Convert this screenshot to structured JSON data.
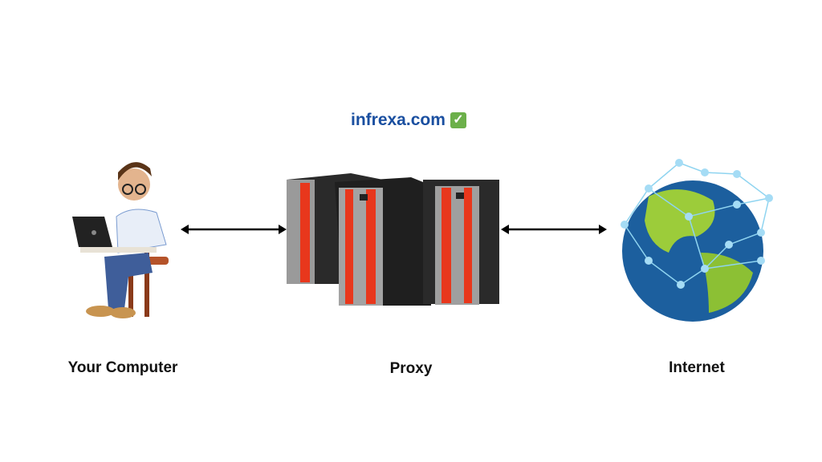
{
  "brand": {
    "text": "infrexa.com",
    "check_icon": "check-mark-icon",
    "check_color": "#6cb04a",
    "color": "#1a4fa0"
  },
  "nodes": [
    {
      "label": "Your Computer",
      "icon": "person-laptop-icon"
    },
    {
      "label": "Proxy",
      "icon": "server-rack-icon"
    },
    {
      "label": "Internet",
      "icon": "globe-network-icon"
    }
  ],
  "arrows": [
    "bidirectional-arrow",
    "bidirectional-arrow"
  ]
}
